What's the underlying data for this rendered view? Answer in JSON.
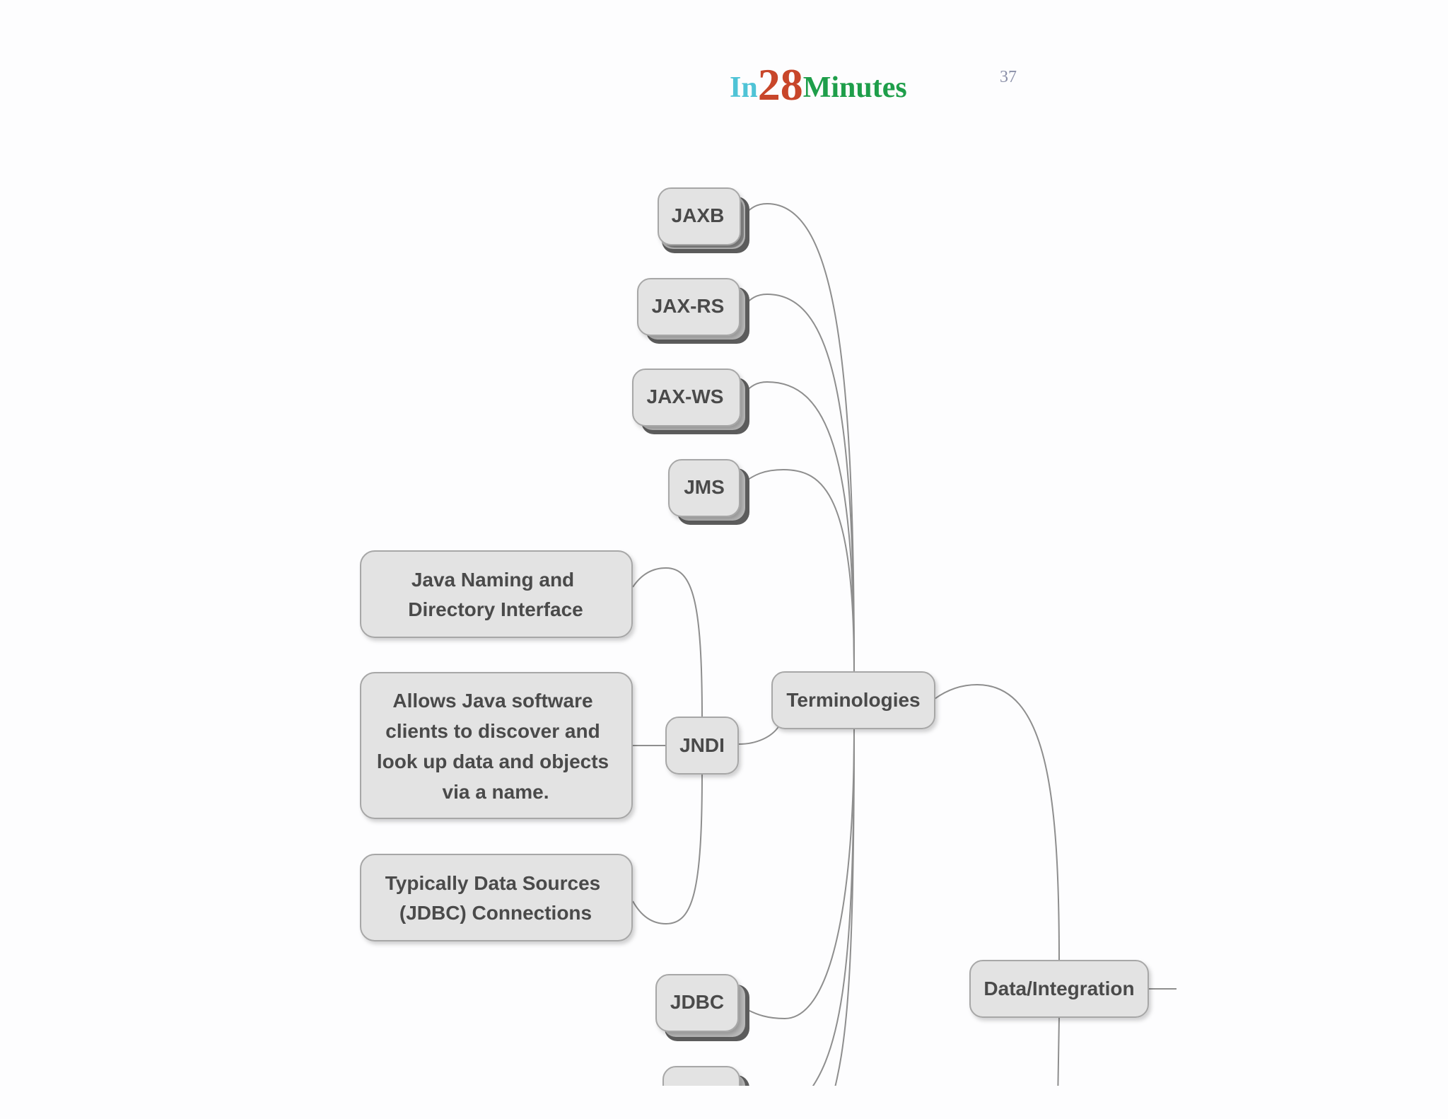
{
  "header": {
    "logo_in": "In",
    "logo_num": "28",
    "logo_minutes": "Minutes",
    "page_number": "37",
    "colors": {
      "in": "#4fc3d6",
      "num": "#c8462a",
      "minutes": "#1e9e4a"
    }
  },
  "mindmap": {
    "central": "Terminologies",
    "data_integration": "Data/Integration",
    "jaxb": "JAXB",
    "jaxrs": "JAX-RS",
    "jaxws": "JAX-WS",
    "jms": "JMS",
    "jndi": "JNDI",
    "jdbc": "JDBC",
    "jndi_details": [
      [
        "Java Naming and",
        "Directory Interface"
      ],
      [
        "Allows Java software",
        "clients to discover and",
        "look up data and objects",
        "via a name."
      ],
      [
        "Typically Data Sources",
        "(JDBC) Connections"
      ]
    ]
  }
}
